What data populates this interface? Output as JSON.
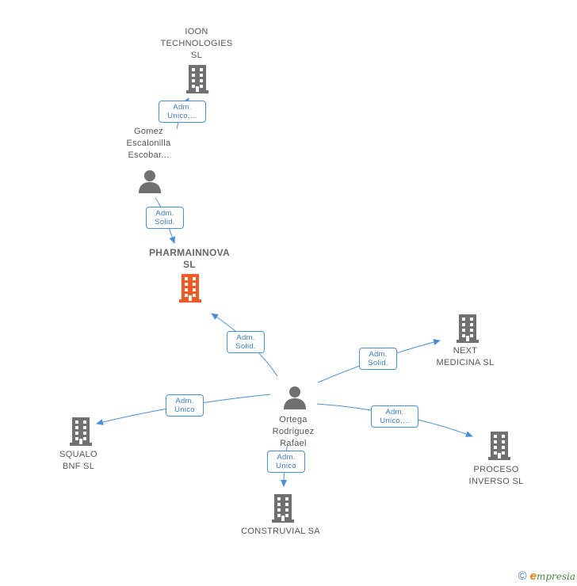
{
  "nodes": {
    "ioon": {
      "label": "IOON\nTECHNOLOGIES\nSL",
      "kind": "company"
    },
    "gomez": {
      "label": "Gomez\nEscalonilla\nEscobar...",
      "kind": "person"
    },
    "pharma": {
      "label": "PHARMAINNOVA\nSL",
      "kind": "company-focus"
    },
    "ortega": {
      "label": "Ortega\nRodriguez\nRafael",
      "kind": "person"
    },
    "next": {
      "label": "NEXT\nMEDICINA SL",
      "kind": "company"
    },
    "squalo": {
      "label": "SQUALO\nBNF SL",
      "kind": "company"
    },
    "proceso": {
      "label": "PROCESO\nINVERSO SL",
      "kind": "company"
    },
    "construvial": {
      "label": "CONSTRUVIAL SA",
      "kind": "company"
    }
  },
  "edges": {
    "gomez_ioon": {
      "label": "Adm.\nUnico,..."
    },
    "gomez_pharma": {
      "label": "Adm.\nSolid."
    },
    "ortega_pharma": {
      "label": "Adm.\nSolid."
    },
    "ortega_next": {
      "label": "Adm.\nSolid."
    },
    "ortega_squalo": {
      "label": "Adm.\nUnico"
    },
    "ortega_proceso": {
      "label": "Adm.\nUnico,..."
    },
    "ortega_construvial": {
      "label": "Adm.\nUnico"
    }
  },
  "colors": {
    "edge": "#4a90d9",
    "icon": "#707070",
    "focus": "#f05a28"
  },
  "footer": {
    "copyright": "©",
    "brand_initial": "e",
    "brand_rest": "mpresia"
  }
}
